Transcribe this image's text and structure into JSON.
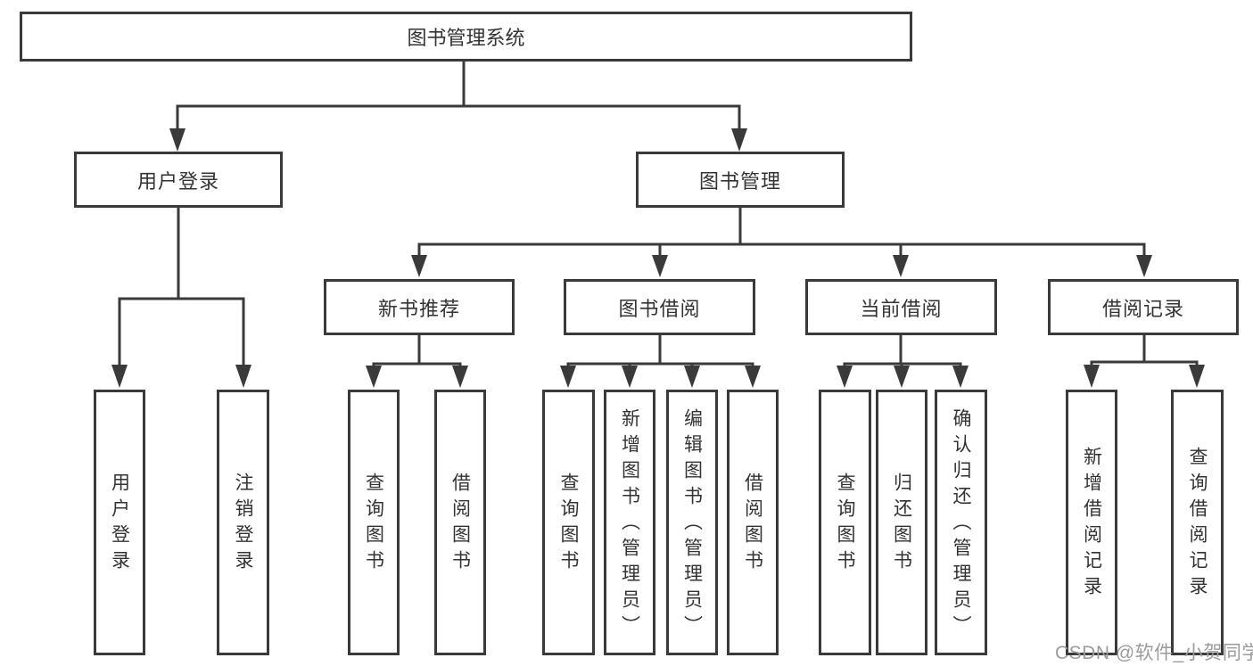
{
  "diagram": {
    "root": {
      "label": "图书管理系统"
    },
    "level2": [
      {
        "label": "用户登录"
      },
      {
        "label": "图书管理"
      }
    ],
    "level3": [
      {
        "label": "新书推荐"
      },
      {
        "label": "图书借阅"
      },
      {
        "label": "当前借阅"
      },
      {
        "label": "借阅记录"
      }
    ],
    "leaves": {
      "user_login": [
        "用户登录",
        "注销登录"
      ],
      "new_book": [
        "查询图书",
        "借阅图书"
      ],
      "book_borrow": [
        "查询图书",
        "新增图书（管理员）",
        "编辑图书（管理员）",
        "借阅图书"
      ],
      "current_borrow": [
        "查询图书",
        "归还图书",
        "确认归还（管理员）"
      ],
      "borrow_records": [
        "新增借阅记录",
        "查询借阅记录"
      ]
    },
    "colors": {
      "line": "#3a3a3a",
      "text": "#333333",
      "background": "#ffffff",
      "watermark": "#9b9b9b"
    },
    "watermark": "CSDN @软件_小贺同学"
  }
}
